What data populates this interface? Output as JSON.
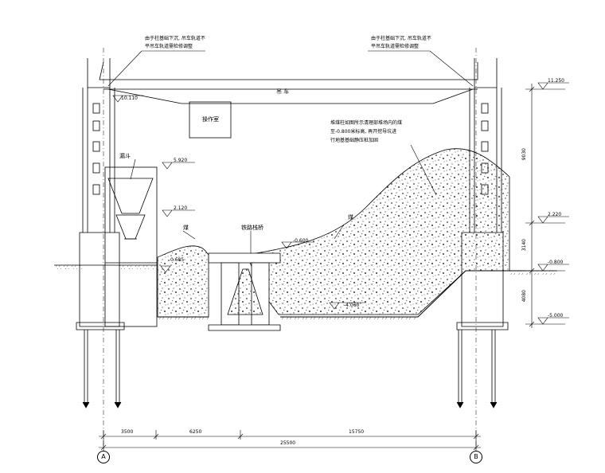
{
  "notes": {
    "left_line1": "由于柱基础下沉, 吊车轨道不",
    "left_line2": "平吊车轨道需检修调整",
    "right_line1": "由于柱基础下沉, 吊车轨道不",
    "right_line2": "平吊车轨道需检修调整",
    "pile_line1": "堆煤柱如图所示清理部堆场内的煤",
    "pile_line2": "至-0.800米标高, 再开挖导坑进",
    "pile_line3": "行地基基础静压桩加固"
  },
  "labels": {
    "crane": "吊 车",
    "operator_room": "操作室",
    "hopper": "漏斗",
    "coal_left": "煤",
    "coal_right": "煤",
    "rail_bridge": "铁路栈桥"
  },
  "elevations": {
    "crane_rail": "10.110",
    "hopper_top": "5.920",
    "hopper_mid": "2.120",
    "coal_left": "0.685",
    "coal_middle": "-0.600",
    "floor": "-4.060",
    "top": "11.250",
    "mid": "2.220",
    "ground": "-0.800",
    "bottom": "-5.000"
  },
  "vertical_dims": {
    "upper": "9030",
    "middle": "3140",
    "lower": "4080"
  },
  "horizontal_dims": {
    "left": "3500",
    "middle": "6250",
    "right": "15750",
    "total": "25500"
  },
  "axes": {
    "a": "A",
    "b": "B"
  }
}
